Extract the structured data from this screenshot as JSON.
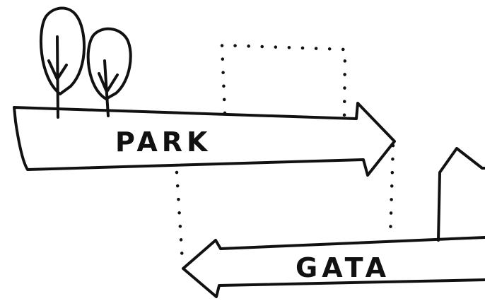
{
  "arrows": [
    {
      "label": "PARK",
      "direction": "right"
    },
    {
      "label": "GATA",
      "direction": "left"
    }
  ],
  "icons": [
    "tree-icon",
    "tree-icon",
    "house-icon"
  ],
  "colors": {
    "ink": "#111111",
    "paper": "#ffffff"
  }
}
